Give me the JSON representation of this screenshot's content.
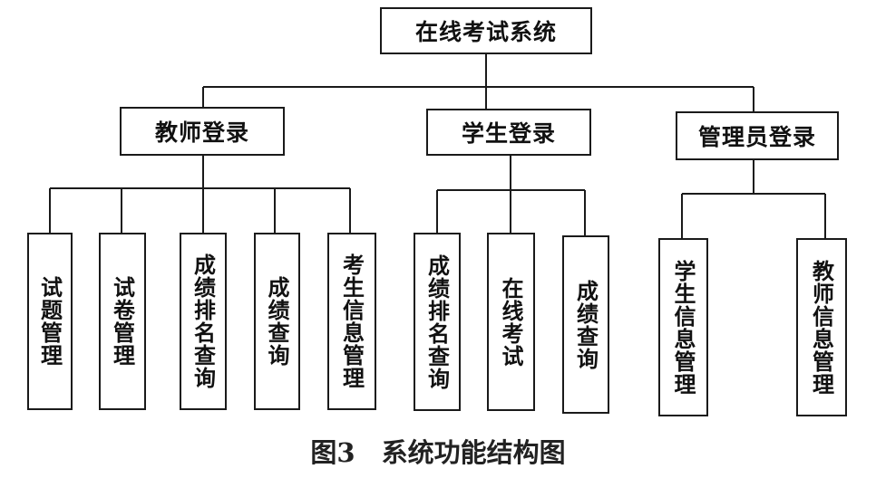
{
  "root": "在线考试系统",
  "branches": {
    "teacher": {
      "label": "教师登录",
      "children": [
        "试题管理",
        "试卷管理",
        "成绩排名查询",
        "成绩查询",
        "考生信息管理"
      ]
    },
    "student": {
      "label": "学生登录",
      "children": [
        "成绩排名查询",
        "在线考试",
        "成绩查询"
      ]
    },
    "admin": {
      "label": "管理员登录",
      "children": [
        "学生信息管理",
        "教师信息管理"
      ]
    }
  },
  "caption": "图3　系统功能结构图"
}
